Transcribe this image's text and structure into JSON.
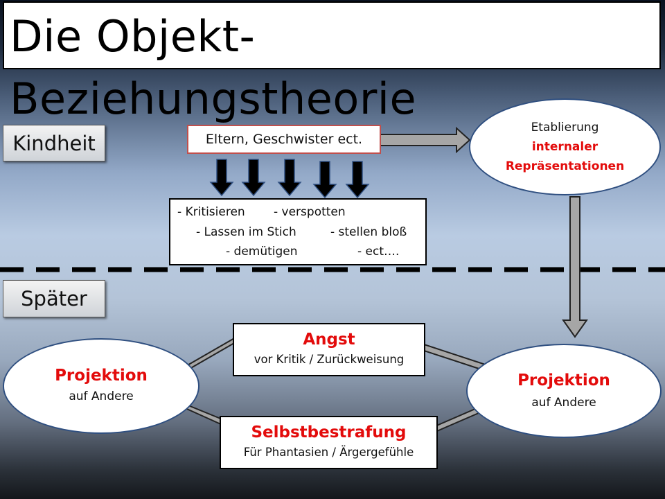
{
  "title": "Die Objekt-Beziehungstheorie",
  "labels": {
    "kindheit": "Kindheit",
    "spaeter": "Später"
  },
  "eltern_box": "Eltern, Geschwister ect.",
  "actions": {
    "line1_a": "- Kritisieren",
    "line1_b": "- verspotten",
    "line2_a": "- Lassen im Stich",
    "line2_b": "- stellen bloß",
    "line3_a": "- demütigen",
    "line3_b": "- ect…."
  },
  "etablierung": {
    "line1": "Etablierung",
    "line2": "internaler",
    "line3": "Repräsentationen"
  },
  "angst": {
    "title": "Angst",
    "sub": "vor Kritik / Zurückweisung"
  },
  "selbst": {
    "title": "Selbstbestrafung",
    "sub": "Für Phantasien / Ärgergefühle"
  },
  "projektion_left": {
    "title": "Projektion",
    "sub": "auf Andere"
  },
  "projektion_right": {
    "title": "Projektion",
    "sub": "auf Andere"
  },
  "colors": {
    "accent_red": "#e30b0b",
    "arrow_gray": "#a6a6a6",
    "ellipse_border": "#2f4f80",
    "eltern_border": "#c0504d"
  }
}
